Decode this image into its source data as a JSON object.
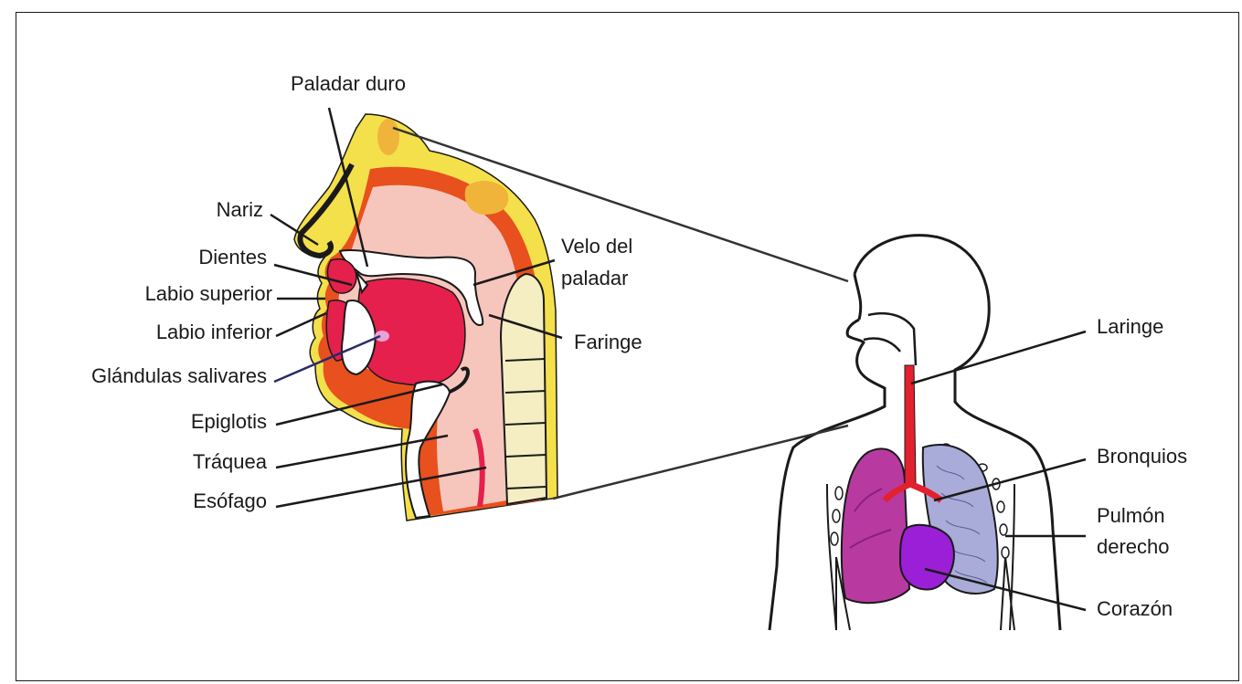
{
  "labels": {
    "paladar_duro": "Paladar duro",
    "nariz": "Nariz",
    "dientes": "Dientes",
    "labio_superior": "Labio superior",
    "labio_inferior": "Labio inferior",
    "glandulas_salivares": "Glándulas salivares",
    "epiglotis": "Epiglotis",
    "traquea": "Tráquea",
    "esofago": "Esófago",
    "velo_del": "Velo del",
    "paladar": "paladar",
    "faringe": "Faringe",
    "laringe": "Laringe",
    "bronquios": "Bronquios",
    "pulmon": "Pulmón",
    "derecho": "derecho",
    "corazon": "Corazón"
  },
  "colors": {
    "outline": "#1a1a1a",
    "skin_yellow": "#f4e04a",
    "tissue_orange": "#e8501e",
    "tissue_pink": "#f6c6bd",
    "tongue_red": "#e5204c",
    "bone_cream": "#f5eec2",
    "lung_magenta": "#b83aa0",
    "lung_blue": "#a9acd8",
    "heart_purple": "#9a1fd6",
    "trachea_red": "#e3202e"
  }
}
